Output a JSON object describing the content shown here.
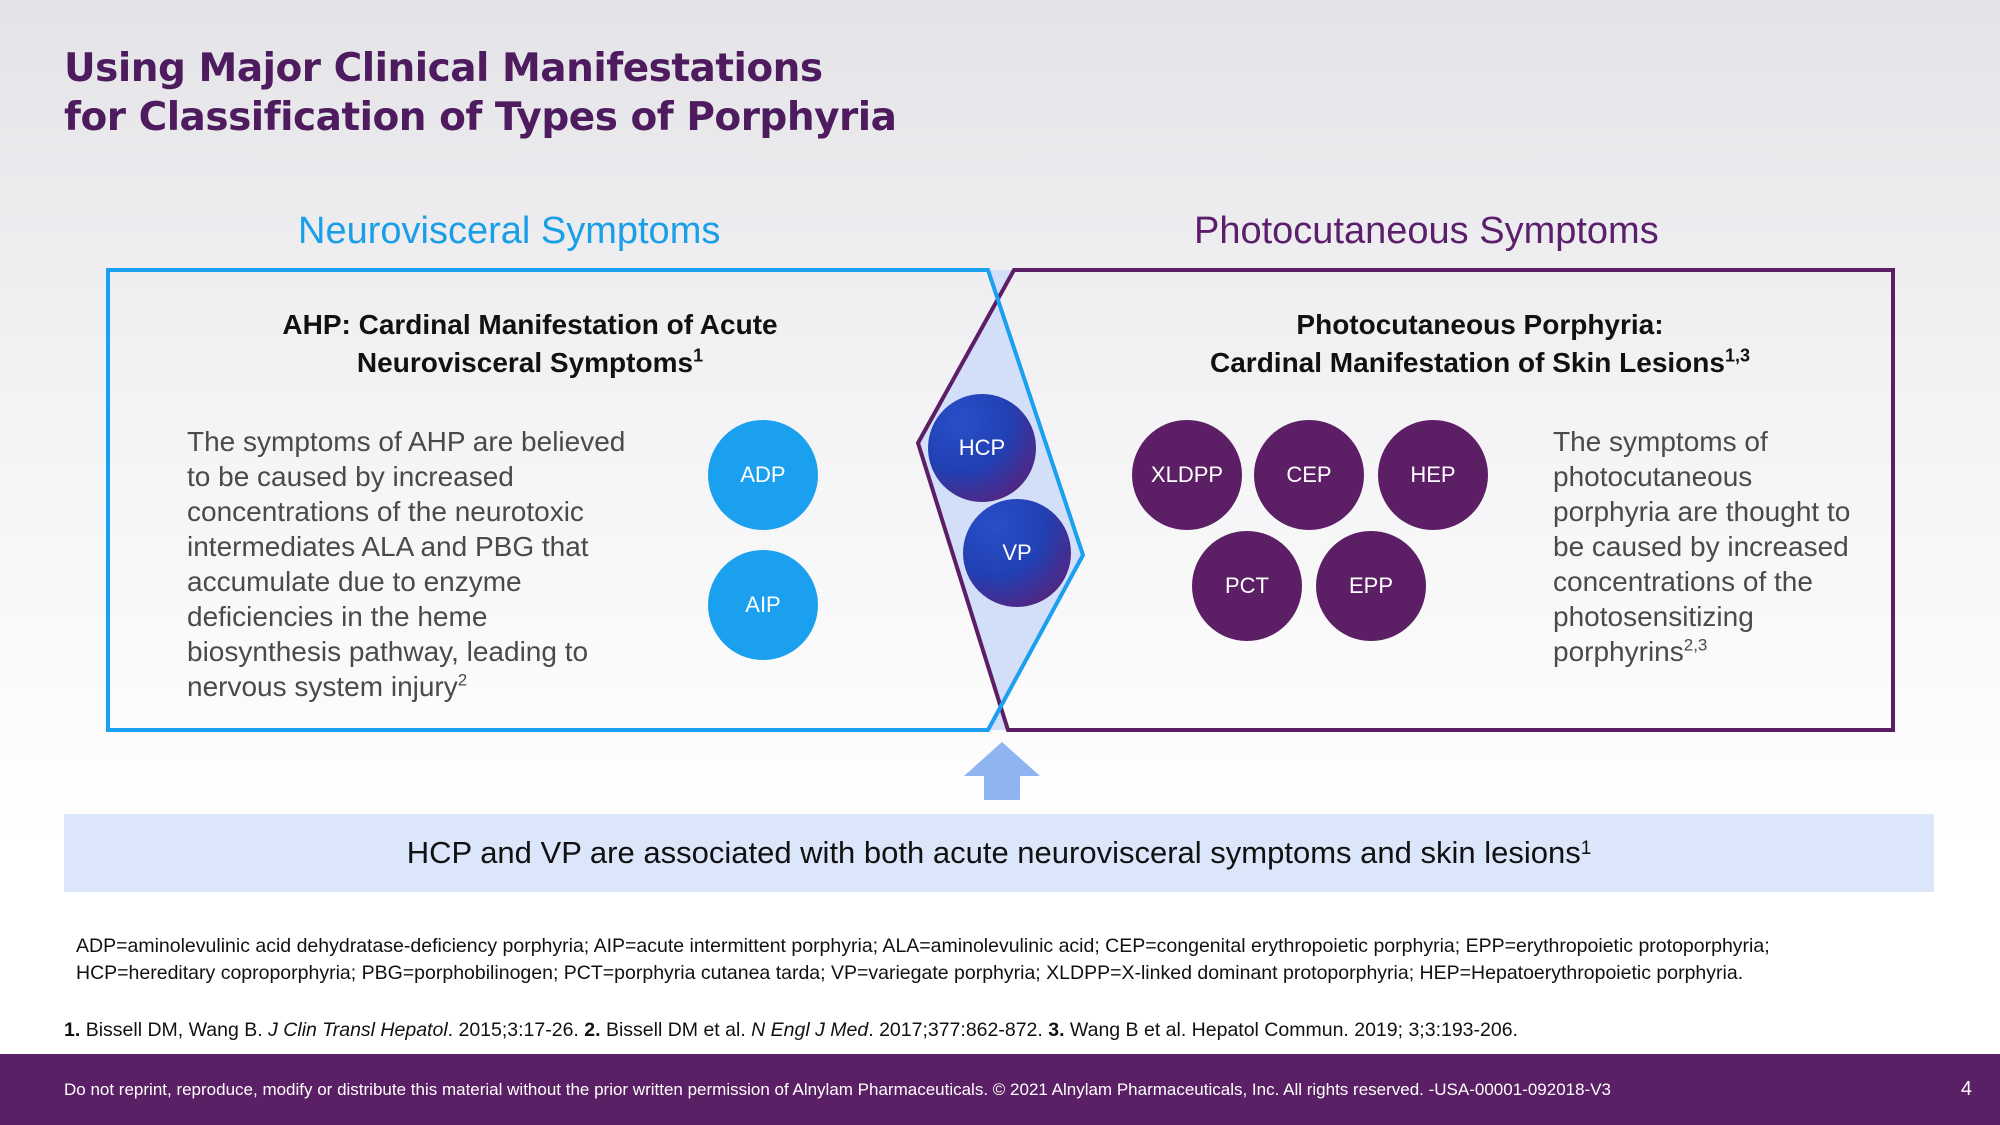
{
  "title": {
    "line1": "Using Major Clinical Manifestations",
    "line2": "for Classification of Types of Porphyria"
  },
  "colors": {
    "title": "#4d1b5e",
    "neuro_blue": "#1a9ee8",
    "photo_purple": "#5c1f66",
    "banner_bg": "#dbe6fb",
    "footer_bg": "#5a1f64"
  },
  "neuro": {
    "heading": "Neurovisceral Symptoms",
    "box_title_line1": "AHP: Cardinal Manifestation of Acute",
    "box_title_line2": "Neurovisceral Symptoms",
    "box_title_sup": "1",
    "body_lines": [
      "The symptoms of AHP are believed",
      "to be caused by increased",
      "concentrations of the neurotoxic",
      "intermediates ALA and PBG that",
      "accumulate due to enzyme",
      "deficiencies in the heme",
      "biosynthesis pathway, leading to",
      "nervous system injury"
    ],
    "body_sup": "2",
    "circles": [
      "ADP",
      "AIP"
    ]
  },
  "overlap": {
    "circles": [
      "HCP",
      "VP"
    ]
  },
  "photo": {
    "heading": "Photocutaneous Symptoms",
    "box_title_line1": "Photocutaneous Porphyria:",
    "box_title_line2": "Cardinal Manifestation of Skin Lesions",
    "box_title_sup": "1,3",
    "body_lines": [
      "The symptoms of",
      "photocutaneous",
      "porphyria are thought to",
      "be caused by increased",
      "concentrations of the",
      "photosensitizing",
      "porphyrins"
    ],
    "body_sup": "2,3",
    "circles": [
      "XLDPP",
      "CEP",
      "HEP",
      "PCT",
      "EPP"
    ]
  },
  "banner": {
    "text": "HCP and VP are associated with both acute neurovisceral symptoms and skin lesions",
    "sup": "1"
  },
  "abbreviations": "ADP=aminolevulinic acid dehydratase-deficiency porphyria; AIP=acute intermittent porphyria; ALA=aminolevulinic acid; CEP=congenital erythropoietic porphyria; EPP=erythropoietic protoporphyria; HCP=hereditary coproporphyria; PBG=porphobilinogen; PCT=porphyria cutanea tarda; VP=variegate porphyria; XLDPP=X-linked dominant protoporphyria; HEP=Hepatoerythropoietic porphyria.",
  "references": {
    "r1_num": "1.",
    "r1_a": "Bissell DM, Wang B.",
    "r1_journal": "J Clin Transl Hepatol",
    "r1_b": ". 2015;3:17-26.",
    "r2_num": "2.",
    "r2_a": "Bissell DM et al.",
    "r2_journal": "N Engl J Med",
    "r2_b": ". 2017;377:862-872.",
    "r3_num": "3.",
    "r3_a": "Wang B et al. Hepatol Commun. 2019; 3;3:193-206."
  },
  "footer": {
    "disclaimer": "Do not reprint, reproduce, modify or distribute this material without the prior written permission of Alnylam Pharmaceuticals. © 2021 Alnylam Pharmaceuticals, Inc.  All rights reserved. -USA-00001-092018-V3",
    "page_number": "4"
  }
}
